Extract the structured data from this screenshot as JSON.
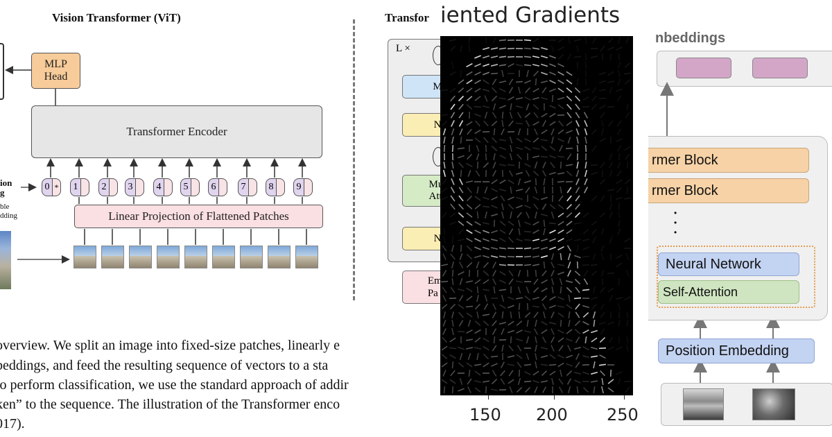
{
  "left_figure": {
    "title": "Vision Transformer (ViT)",
    "mlp_head": "MLP\nHead",
    "encoder": "Transformer Encoder",
    "linear_projection": "Linear Projection of Flattened Patches",
    "side_label_1": "ion",
    "side_label_2": "g",
    "side_label_3": "ble",
    "side_label_4": "dding",
    "tokens": [
      {
        "num": "0",
        "emb": "*"
      },
      {
        "num": "1",
        "emb": ""
      },
      {
        "num": "2",
        "emb": ""
      },
      {
        "num": "3",
        "emb": ""
      },
      {
        "num": "4",
        "emb": ""
      },
      {
        "num": "5",
        "emb": ""
      },
      {
        "num": "6",
        "emb": ""
      },
      {
        "num": "7",
        "emb": ""
      },
      {
        "num": "8",
        "emb": ""
      },
      {
        "num": "9",
        "emb": ""
      }
    ],
    "caption_lines": [
      "overview. We split an image into fixed-size patches, linearly e",
      "beddings, and feed the resulting sequence of vectors to a sta",
      "to perform classification, we use the standard approach of addir",
      "ken” to the sequence. The illustration of the Transformer enco",
      "017)."
    ],
    "block_title": "Transfor",
    "block_repeat": "L ×",
    "block_items": [
      "M",
      "N",
      "Mul\nAtt",
      "N"
    ],
    "embedded_patches": "Emb\nPa"
  },
  "hog_plot": {
    "title": "iented Gradients",
    "x_ticks": [
      "150",
      "200",
      "250"
    ]
  },
  "right_figure": {
    "title": "nbeddings",
    "blocks": [
      "rmer Block",
      "rmer Block"
    ],
    "ellipsis": "•\n•\n•",
    "neural_network": "Neural Network",
    "self_attention": "Self-Attention",
    "position_embedding": "Position Embedding",
    "colors": {
      "block": "#f6d2a6",
      "neural_network": "#c3d3f2",
      "self_attention": "#cfe5c1",
      "position_embedding": "#c3d3f2",
      "token": "#d3a6c8",
      "dotted_border": "#e59a4e"
    }
  }
}
